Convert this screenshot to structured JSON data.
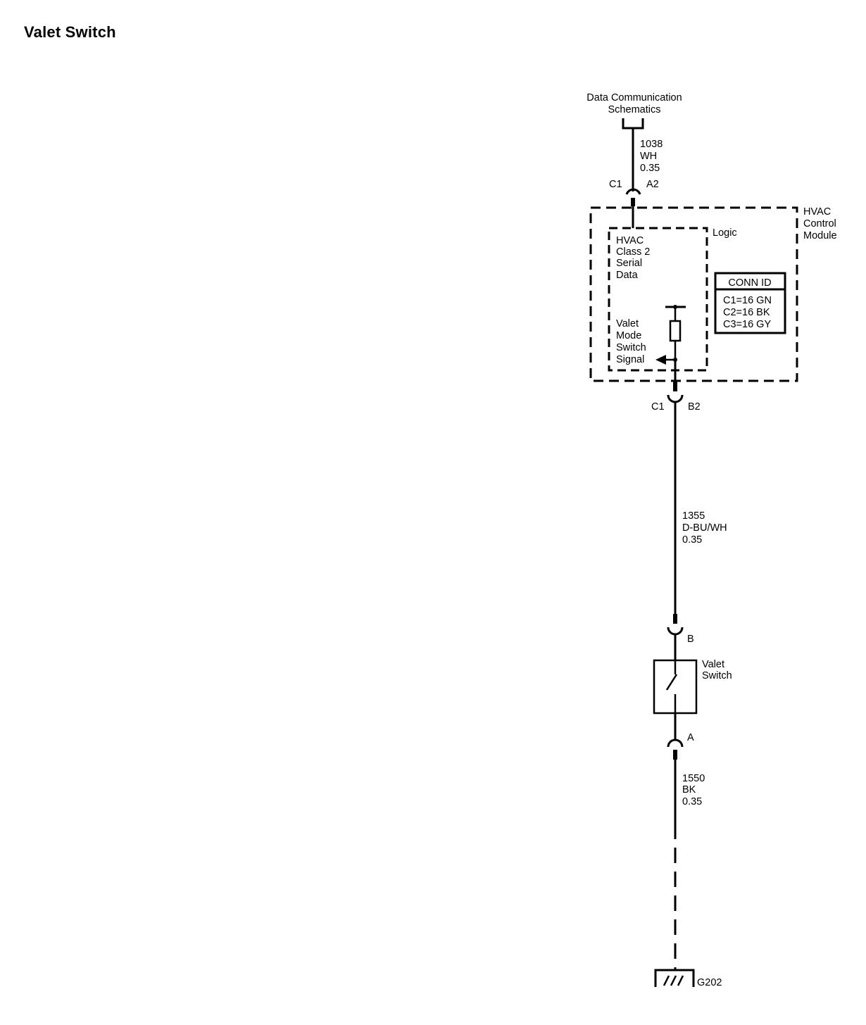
{
  "title": "Valet Switch",
  "labels": {
    "data_comm_line1": "Data Communication",
    "data_comm_line2": "Schematics",
    "hvac_module_line1": "HVAC",
    "hvac_module_line2": "Control",
    "hvac_module_line3": "Module",
    "logic": "Logic",
    "serial_line1": "HVAC",
    "serial_line2": "Class 2",
    "serial_line3": "Serial",
    "serial_line4": "Data",
    "signal_line1": "Valet",
    "signal_line2": "Mode",
    "signal_line3": "Switch",
    "signal_line4": "Signal",
    "valet_switch_line1": "Valet",
    "valet_switch_line2": "Switch",
    "ground": "G202"
  },
  "conn_id": {
    "header": "CONN ID",
    "rows": [
      "C1=16 GN",
      "C2=16 BK",
      "C3=16 GY"
    ]
  },
  "connectors": {
    "top_connector": "C1",
    "top_pin": "A2",
    "mid_connector": "C1",
    "mid_pin": "B2",
    "switch_pin_b": "B",
    "switch_pin_a": "A"
  },
  "wires": [
    {
      "circuit": "1038",
      "color": "WH",
      "size": "0.35"
    },
    {
      "circuit": "1355",
      "color": "D-BU/WH",
      "size": "0.35"
    },
    {
      "circuit": "1550",
      "color": "BK",
      "size": "0.35"
    }
  ]
}
